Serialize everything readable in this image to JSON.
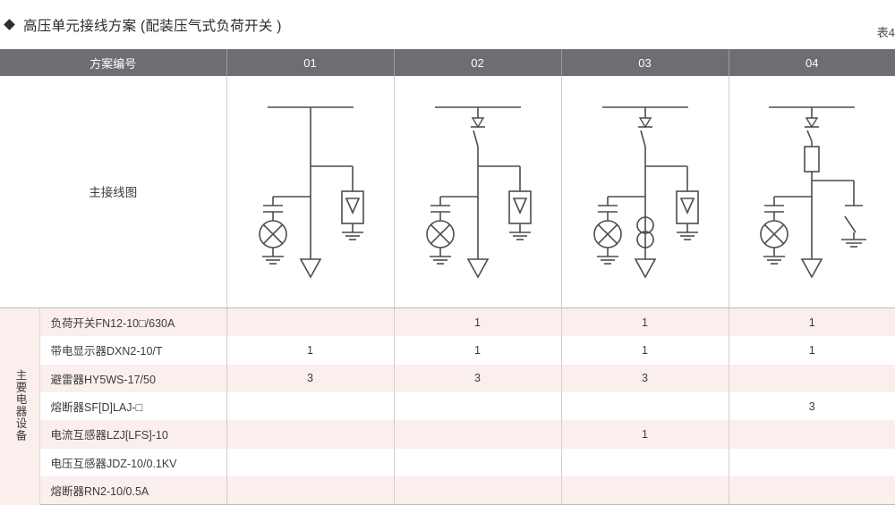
{
  "title": "高压单元接线方案 (配装压气式负荷开关 )",
  "table_number": "表4",
  "header": {
    "row_label": "方案编号",
    "columns": [
      "01",
      "02",
      "03",
      "04"
    ]
  },
  "diagram_row": {
    "label": "主接线图",
    "schemes": [
      {
        "id": "01",
        "components": [
          "busbar",
          "voltage-indicator",
          "surge-arrester",
          "cable-outgoing-arrow"
        ]
      },
      {
        "id": "02",
        "components": [
          "busbar",
          "load-break-switch",
          "voltage-indicator",
          "surge-arrester",
          "cable-outgoing-arrow"
        ]
      },
      {
        "id": "03",
        "components": [
          "busbar",
          "load-break-switch",
          "voltage-indicator",
          "surge-arrester",
          "current-transformer",
          "cable-outgoing-arrow"
        ]
      },
      {
        "id": "04",
        "components": [
          "busbar",
          "load-break-switch",
          "fuse",
          "voltage-indicator",
          "earthing-switch",
          "cable-outgoing-arrow"
        ]
      }
    ]
  },
  "equipment_section": {
    "label": "主要电器设备",
    "rows": [
      {
        "name": "负荷开关FN12-10□/630A",
        "qty": [
          "",
          "1",
          "1",
          "1"
        ]
      },
      {
        "name": "带电显示器DXN2-10/T",
        "qty": [
          "1",
          "1",
          "1",
          "1"
        ]
      },
      {
        "name": "避雷器HY5WS-17/50",
        "qty": [
          "3",
          "3",
          "3",
          ""
        ]
      },
      {
        "name": "熔断器SF[D]LAJ-□",
        "qty": [
          "",
          "",
          "",
          "3"
        ]
      },
      {
        "name": "电流互感器LZJ[LFS]-10",
        "qty": [
          "",
          "",
          "1",
          ""
        ]
      },
      {
        "name": "电压互感器JDZ-10/0.1KV",
        "qty": [
          "",
          "",
          "",
          ""
        ]
      },
      {
        "name": "熔断器RN2-10/0.5A",
        "qty": [
          "",
          "",
          "",
          ""
        ]
      }
    ]
  },
  "colors": {
    "header_band": "#6d6e71",
    "row_band_pink": "#faefed",
    "row_band_white": "#ffffff",
    "line": "#4d4d4d",
    "text": "#3c3c3c"
  }
}
